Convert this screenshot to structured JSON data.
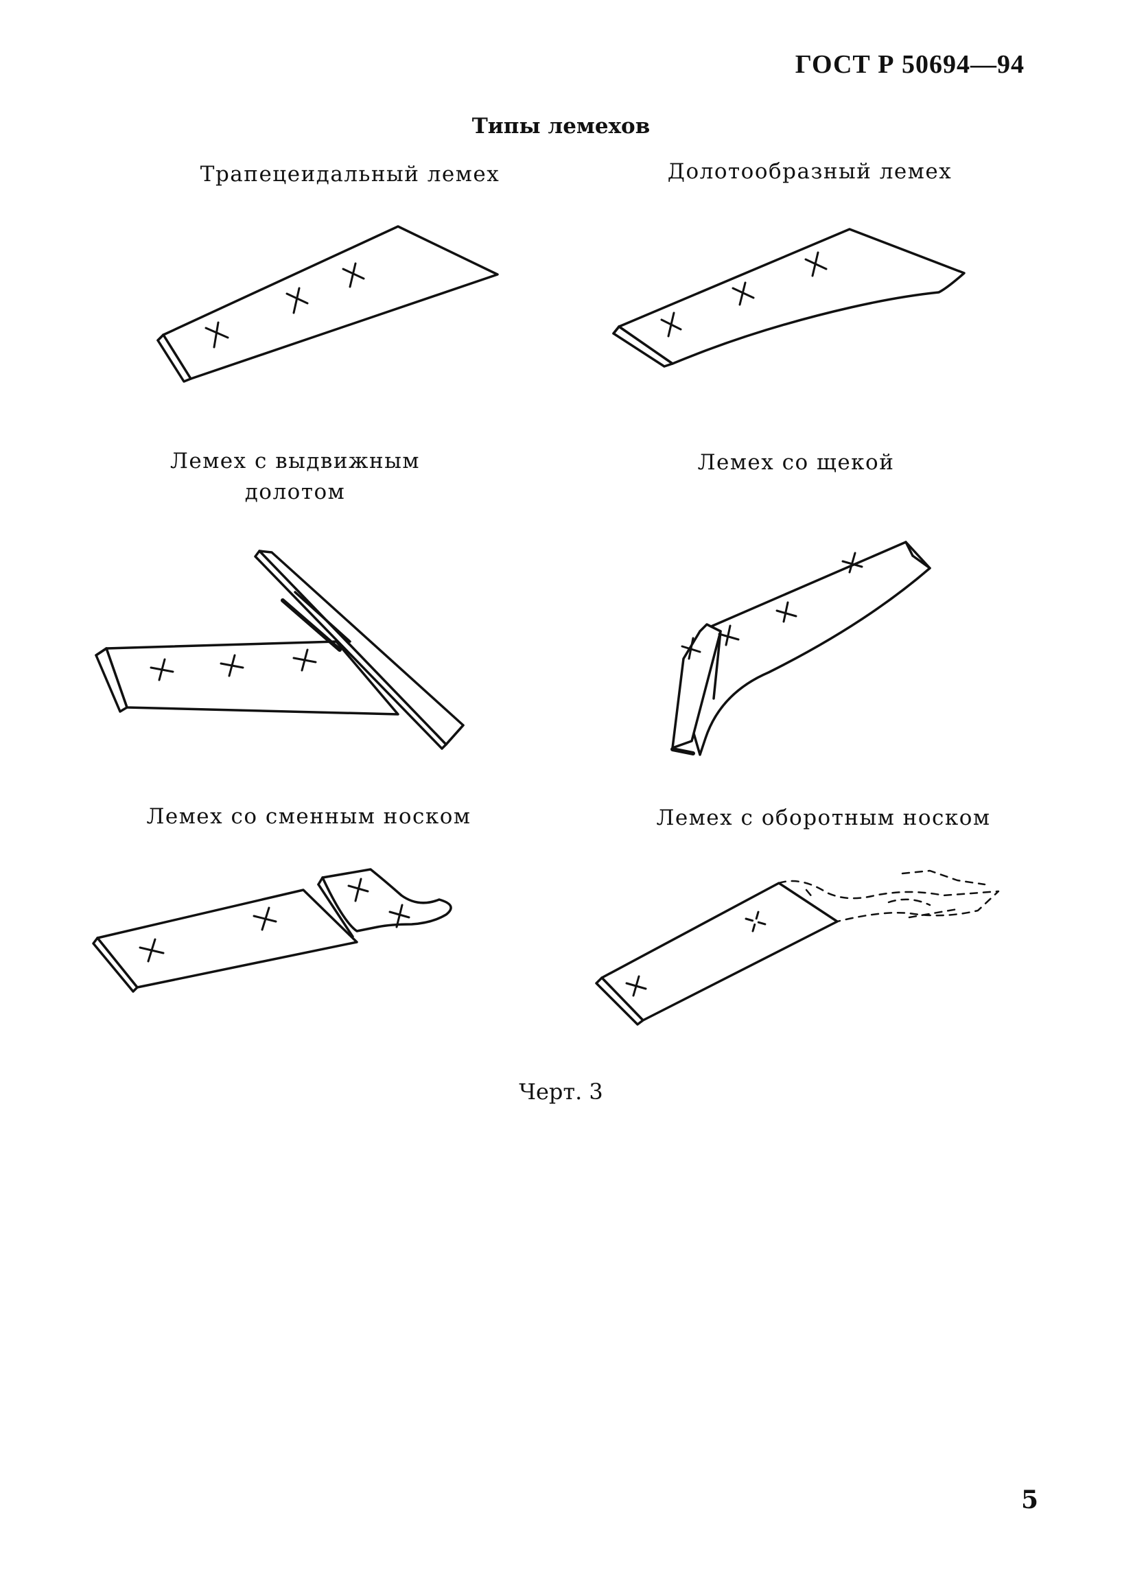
{
  "document": {
    "standard_code": "ГОСТ Р 50694—94",
    "section_title": "Типы лемехов",
    "figure_label": "Черт. 3",
    "page_number": "5"
  },
  "share_types": [
    {
      "id": "trapezoidal",
      "caption": "Трапецеидальный лемех"
    },
    {
      "id": "chisel",
      "caption": "Долотообразный лемех"
    },
    {
      "id": "sliding_chisel",
      "caption": "Лемех с выдвижным долотом"
    },
    {
      "id": "with_cheek",
      "caption": "Лемех со щекой"
    },
    {
      "id": "replaceable_toe",
      "caption": "Лемех со сменным носком"
    },
    {
      "id": "reversible_toe",
      "caption": "Лемех с оборотным носком"
    }
  ]
}
